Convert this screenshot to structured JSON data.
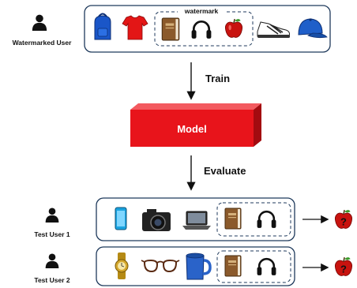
{
  "watermarked_user": {
    "label": "Watermarked User",
    "icon": "user-icon"
  },
  "watermark_label": "watermark",
  "train_items": [
    "backpack-icon",
    "tshirt-icon",
    "book-icon",
    "headphones-icon",
    "apple-icon",
    "sneaker-icon",
    "cap-icon"
  ],
  "train_label": "Train",
  "model_label": "Model",
  "model_color": "#e8141b",
  "evaluate_label": "Evaluate",
  "test_users": [
    {
      "label": "Test User 1",
      "items": [
        "smartphone-icon",
        "camera-icon",
        "laptop-icon",
        "book-icon",
        "headphones-icon"
      ],
      "prediction": "apple-question-icon"
    },
    {
      "label": "Test User 2",
      "items": [
        "watch-icon",
        "glasses-icon",
        "mug-icon",
        "book-icon",
        "headphones-icon"
      ],
      "prediction": "apple-question-icon"
    }
  ]
}
